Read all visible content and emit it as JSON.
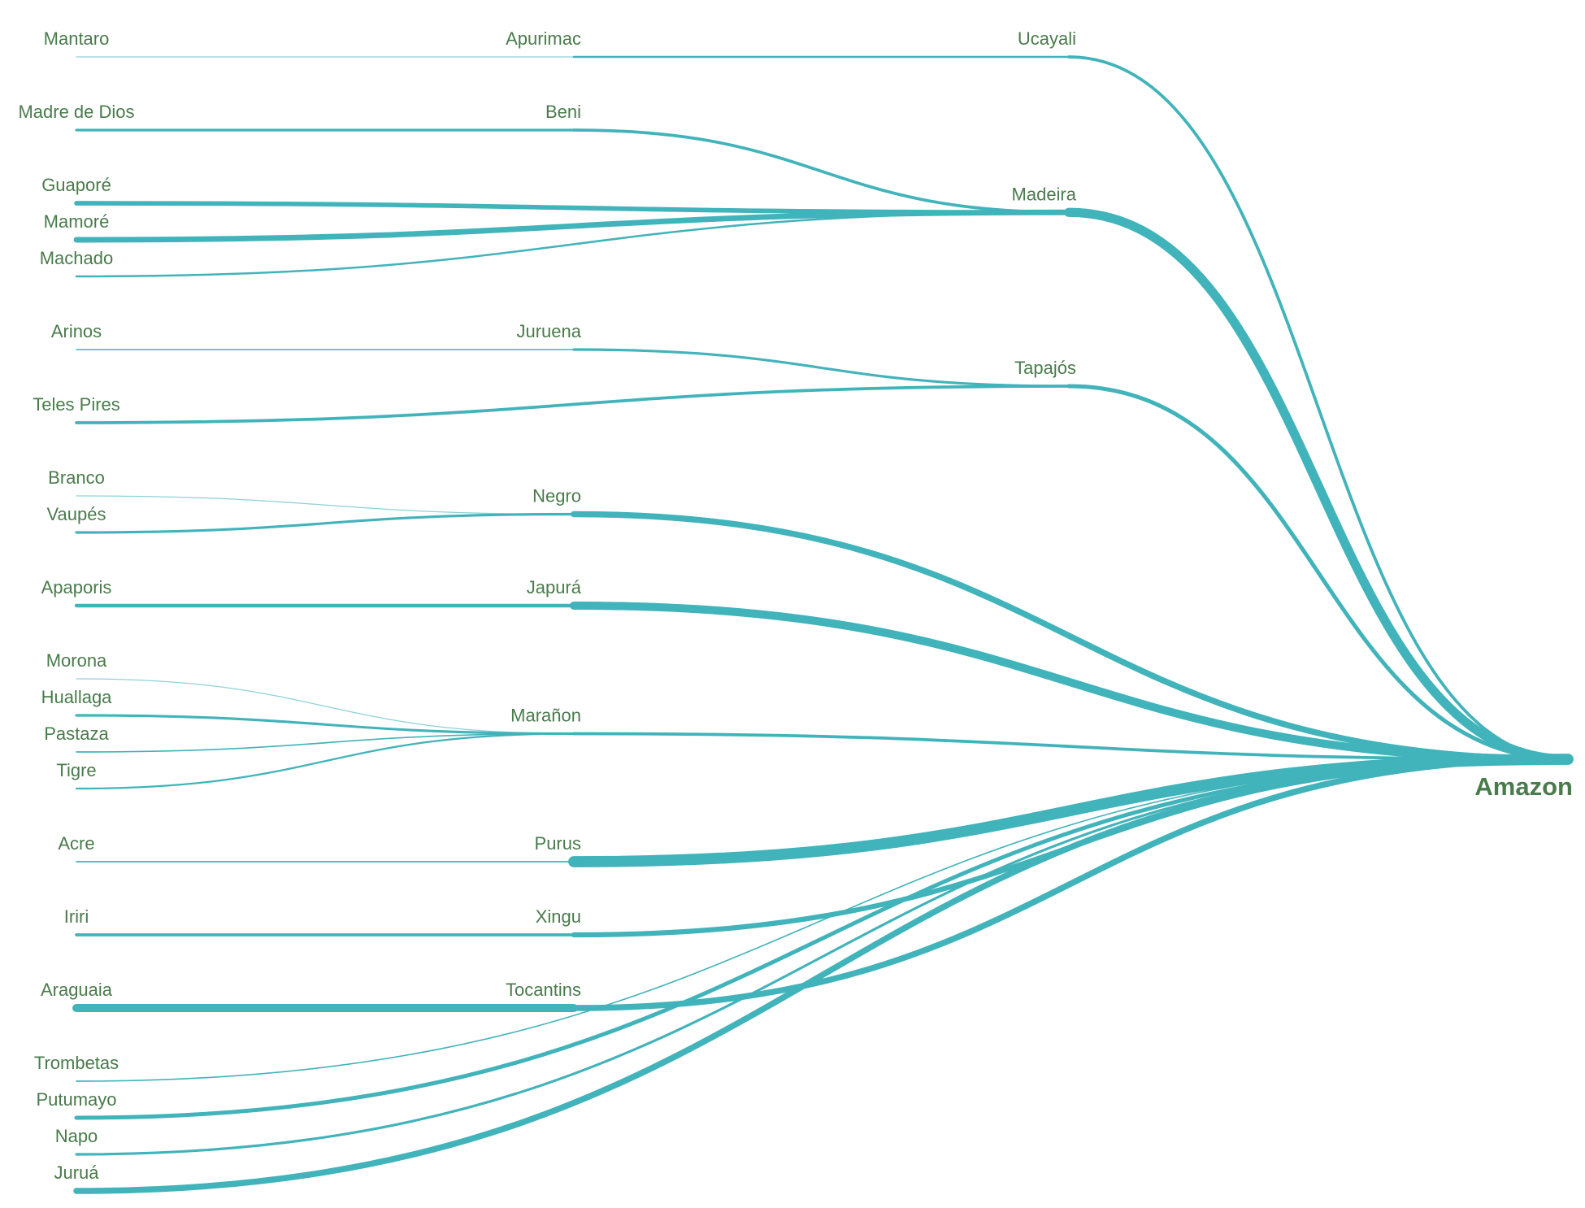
{
  "chart_data": {
    "type": "tree",
    "title": "",
    "link_color": "#41b3ba",
    "label_color": "#4a7b4c",
    "root": "Amazon",
    "nodes": [
      {
        "name": "Mantaro",
        "parent": "Apurimac",
        "flow": 1
      },
      {
        "name": "Apurimac",
        "parent": "Ucayali",
        "flow": 2
      },
      {
        "name": "Ucayali",
        "parent": "Amazon",
        "flow": 3
      },
      {
        "name": "Madre de Dios",
        "parent": "Beni",
        "flow": 2.5
      },
      {
        "name": "Beni",
        "parent": "Madeira",
        "flow": 3
      },
      {
        "name": "Guaporé",
        "parent": "Madeira",
        "flow": 4.5
      },
      {
        "name": "Mamoré",
        "parent": "Madeira",
        "flow": 5.5
      },
      {
        "name": "Machado",
        "parent": "Madeira",
        "flow": 2
      },
      {
        "name": "Madeira",
        "parent": "Amazon",
        "flow": 9
      },
      {
        "name": "Arinos",
        "parent": "Juruena",
        "flow": 1.2
      },
      {
        "name": "Juruena",
        "parent": "Tapajós",
        "flow": 2.5
      },
      {
        "name": "Teles Pires",
        "parent": "Tapajós",
        "flow": 3
      },
      {
        "name": "Tapajós",
        "parent": "Amazon",
        "flow": 4
      },
      {
        "name": "Branco",
        "parent": "Negro",
        "flow": 1
      },
      {
        "name": "Vaupés",
        "parent": "Negro",
        "flow": 2.5
      },
      {
        "name": "Negro",
        "parent": "Amazon",
        "flow": 6
      },
      {
        "name": "Apaporis",
        "parent": "Japurá",
        "flow": 3.5
      },
      {
        "name": "Japurá",
        "parent": "Amazon",
        "flow": 8
      },
      {
        "name": "Morona",
        "parent": "Marañon",
        "flow": 1
      },
      {
        "name": "Huallaga",
        "parent": "Marañon",
        "flow": 2.5
      },
      {
        "name": "Pastaza",
        "parent": "Marañon",
        "flow": 1.3
      },
      {
        "name": "Tigre",
        "parent": "Marañon",
        "flow": 1.8
      },
      {
        "name": "Marañon",
        "parent": "Amazon",
        "flow": 3
      },
      {
        "name": "Acre",
        "parent": "Purus",
        "flow": 1.3
      },
      {
        "name": "Purus",
        "parent": "Amazon",
        "flow": 11
      },
      {
        "name": "Iriri",
        "parent": "Xingu",
        "flow": 3
      },
      {
        "name": "Xingu",
        "parent": "Amazon",
        "flow": 5
      },
      {
        "name": "Araguaia",
        "parent": "Tocantins",
        "flow": 8
      },
      {
        "name": "Tocantins",
        "parent": "Amazon",
        "flow": 6
      },
      {
        "name": "Trombetas",
        "parent": "Amazon",
        "flow": 1.3
      },
      {
        "name": "Putumayo",
        "parent": "Amazon",
        "flow": 4
      },
      {
        "name": "Napo",
        "parent": "Amazon",
        "flow": 2.5
      },
      {
        "name": "Juruá",
        "parent": "Amazon",
        "flow": 6
      }
    ]
  }
}
